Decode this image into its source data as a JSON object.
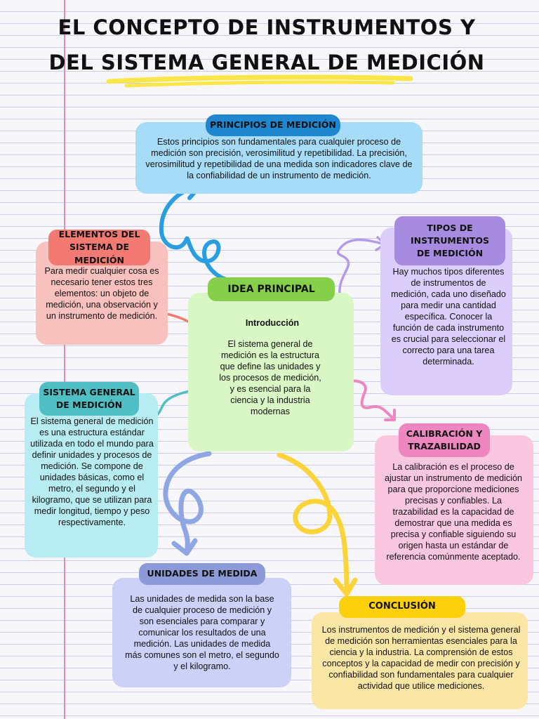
{
  "title_line1": "EL CONCEPTO DE INSTRUMENTOS Y",
  "title_line2": "DEL SISTEMA GENERAL DE MEDICIÓN",
  "principios": {
    "heading": "PRINCIPIOS DE MEDICIÓN",
    "text": "Estos principios son fundamentales para cualquier proceso de medición son precisión, verosimilitud y repetibilidad. La precisión, verosimilitud y repetibilidad de una medida son indicadores clave de la confiabilidad de un instrumento de medición."
  },
  "elementos": {
    "heading": "ELEMENTOS DEL SISTEMA DE MEDICIÓN",
    "text": "Para medir cualquier cosa es necesario tener estos tres elementos: un objeto de medición, una observación y un instrumento de medición."
  },
  "tipos": {
    "heading": "TIPOS DE INSTRUMENTOS DE MEDICIÓN",
    "text": "Hay muchos tipos diferentes de instrumentos de medición, cada uno diseñado para medir una cantidad específica. Conocer la función de cada instrumento es crucial para seleccionar el correcto para una tarea determinada."
  },
  "idea": {
    "heading": "IDEA PRINCIPAL",
    "subheading": "Introducción",
    "text": "El sistema general de medición es la estructura que define las unidades y los procesos de medición, y es esencial para la ciencia y la industria modernas"
  },
  "sistema": {
    "heading": "SISTEMA GENERAL DE MEDICIÓN",
    "text": "El sistema general de medición es una estructura estándar utilizada en todo el mundo para definir unidades y procesos de medición. Se compone de unidades básicas, como el metro, el segundo y el kilogramo, que se utilizan para medir longitud, tiempo y peso respectivamente."
  },
  "calibracion": {
    "heading": "CALIBRACIÓN Y TRAZABILIDAD",
    "text": "La calibración es el proceso de ajustar un instrumento de medición para que proporcione mediciones precisas y confiables. La trazabilidad es la capacidad de demostrar que una medida es precisa y confiable siguiendo su origen hasta un estándar de referencia comúnmente aceptado."
  },
  "unidades": {
    "heading": "UNIDADES DE MEDIDA",
    "text": "Las unidades de medida son la base de cualquier proceso de medición y son esenciales para comparar y comunicar los resultados de una medición. Las unidades de medida más comunes son el metro, el segundo y el kilogramo."
  },
  "conclusion": {
    "heading": "CONCLUSIÓN",
    "text": "Los instrumentos de medición y el sistema general de medición son herramientas esenciales para la ciencia y la industria. La comprensión de estos conceptos y la capacidad de medir con precisión y confiabilidad son fundamentales para cualquier actividad que utilice mediciones."
  },
  "colors": {
    "principios": "#a6dcf7",
    "principios_pill": "#1f86d0",
    "elementos": "#f9c1bd",
    "elementos_pill": "#f27a72",
    "tipos": "#dccefb",
    "tipos_pill": "#a78be0",
    "idea": "#d9f7c4",
    "idea_pill": "#86cf4a",
    "sistema": "#b7ecf2",
    "sistema_pill": "#4fbfc4",
    "calibracion": "#fbc6e0",
    "calibracion_pill": "#ee87bf",
    "unidades": "#ccd1f7",
    "unidades_pill": "#8c9ad8",
    "conclusion": "#fbe6a6",
    "conclusion_pill": "#fcd10c",
    "highlight": "#fbe64a"
  }
}
